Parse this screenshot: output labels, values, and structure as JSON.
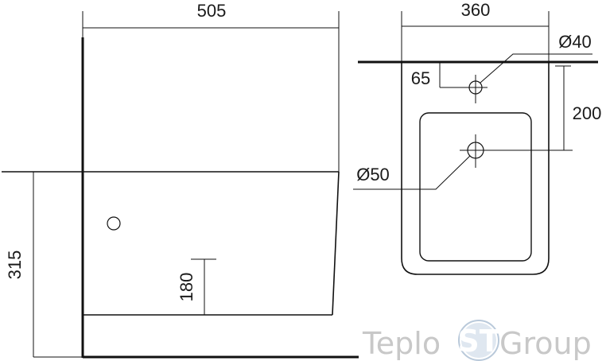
{
  "side_view": {
    "width_label": "505",
    "height_label": "315",
    "inlet_height_label": "180"
  },
  "top_view": {
    "width_label": "360",
    "tap_hole_label": "Ø40",
    "tap_offset_label": "65",
    "drain_offset_label": "200",
    "drain_hole_label": "Ø50"
  },
  "logo": {
    "part1": "Teplo",
    "part2": "ST",
    "part3": "Group",
    "color_text": "#c8c8c8",
    "color_badge": "#dfe7f0"
  }
}
